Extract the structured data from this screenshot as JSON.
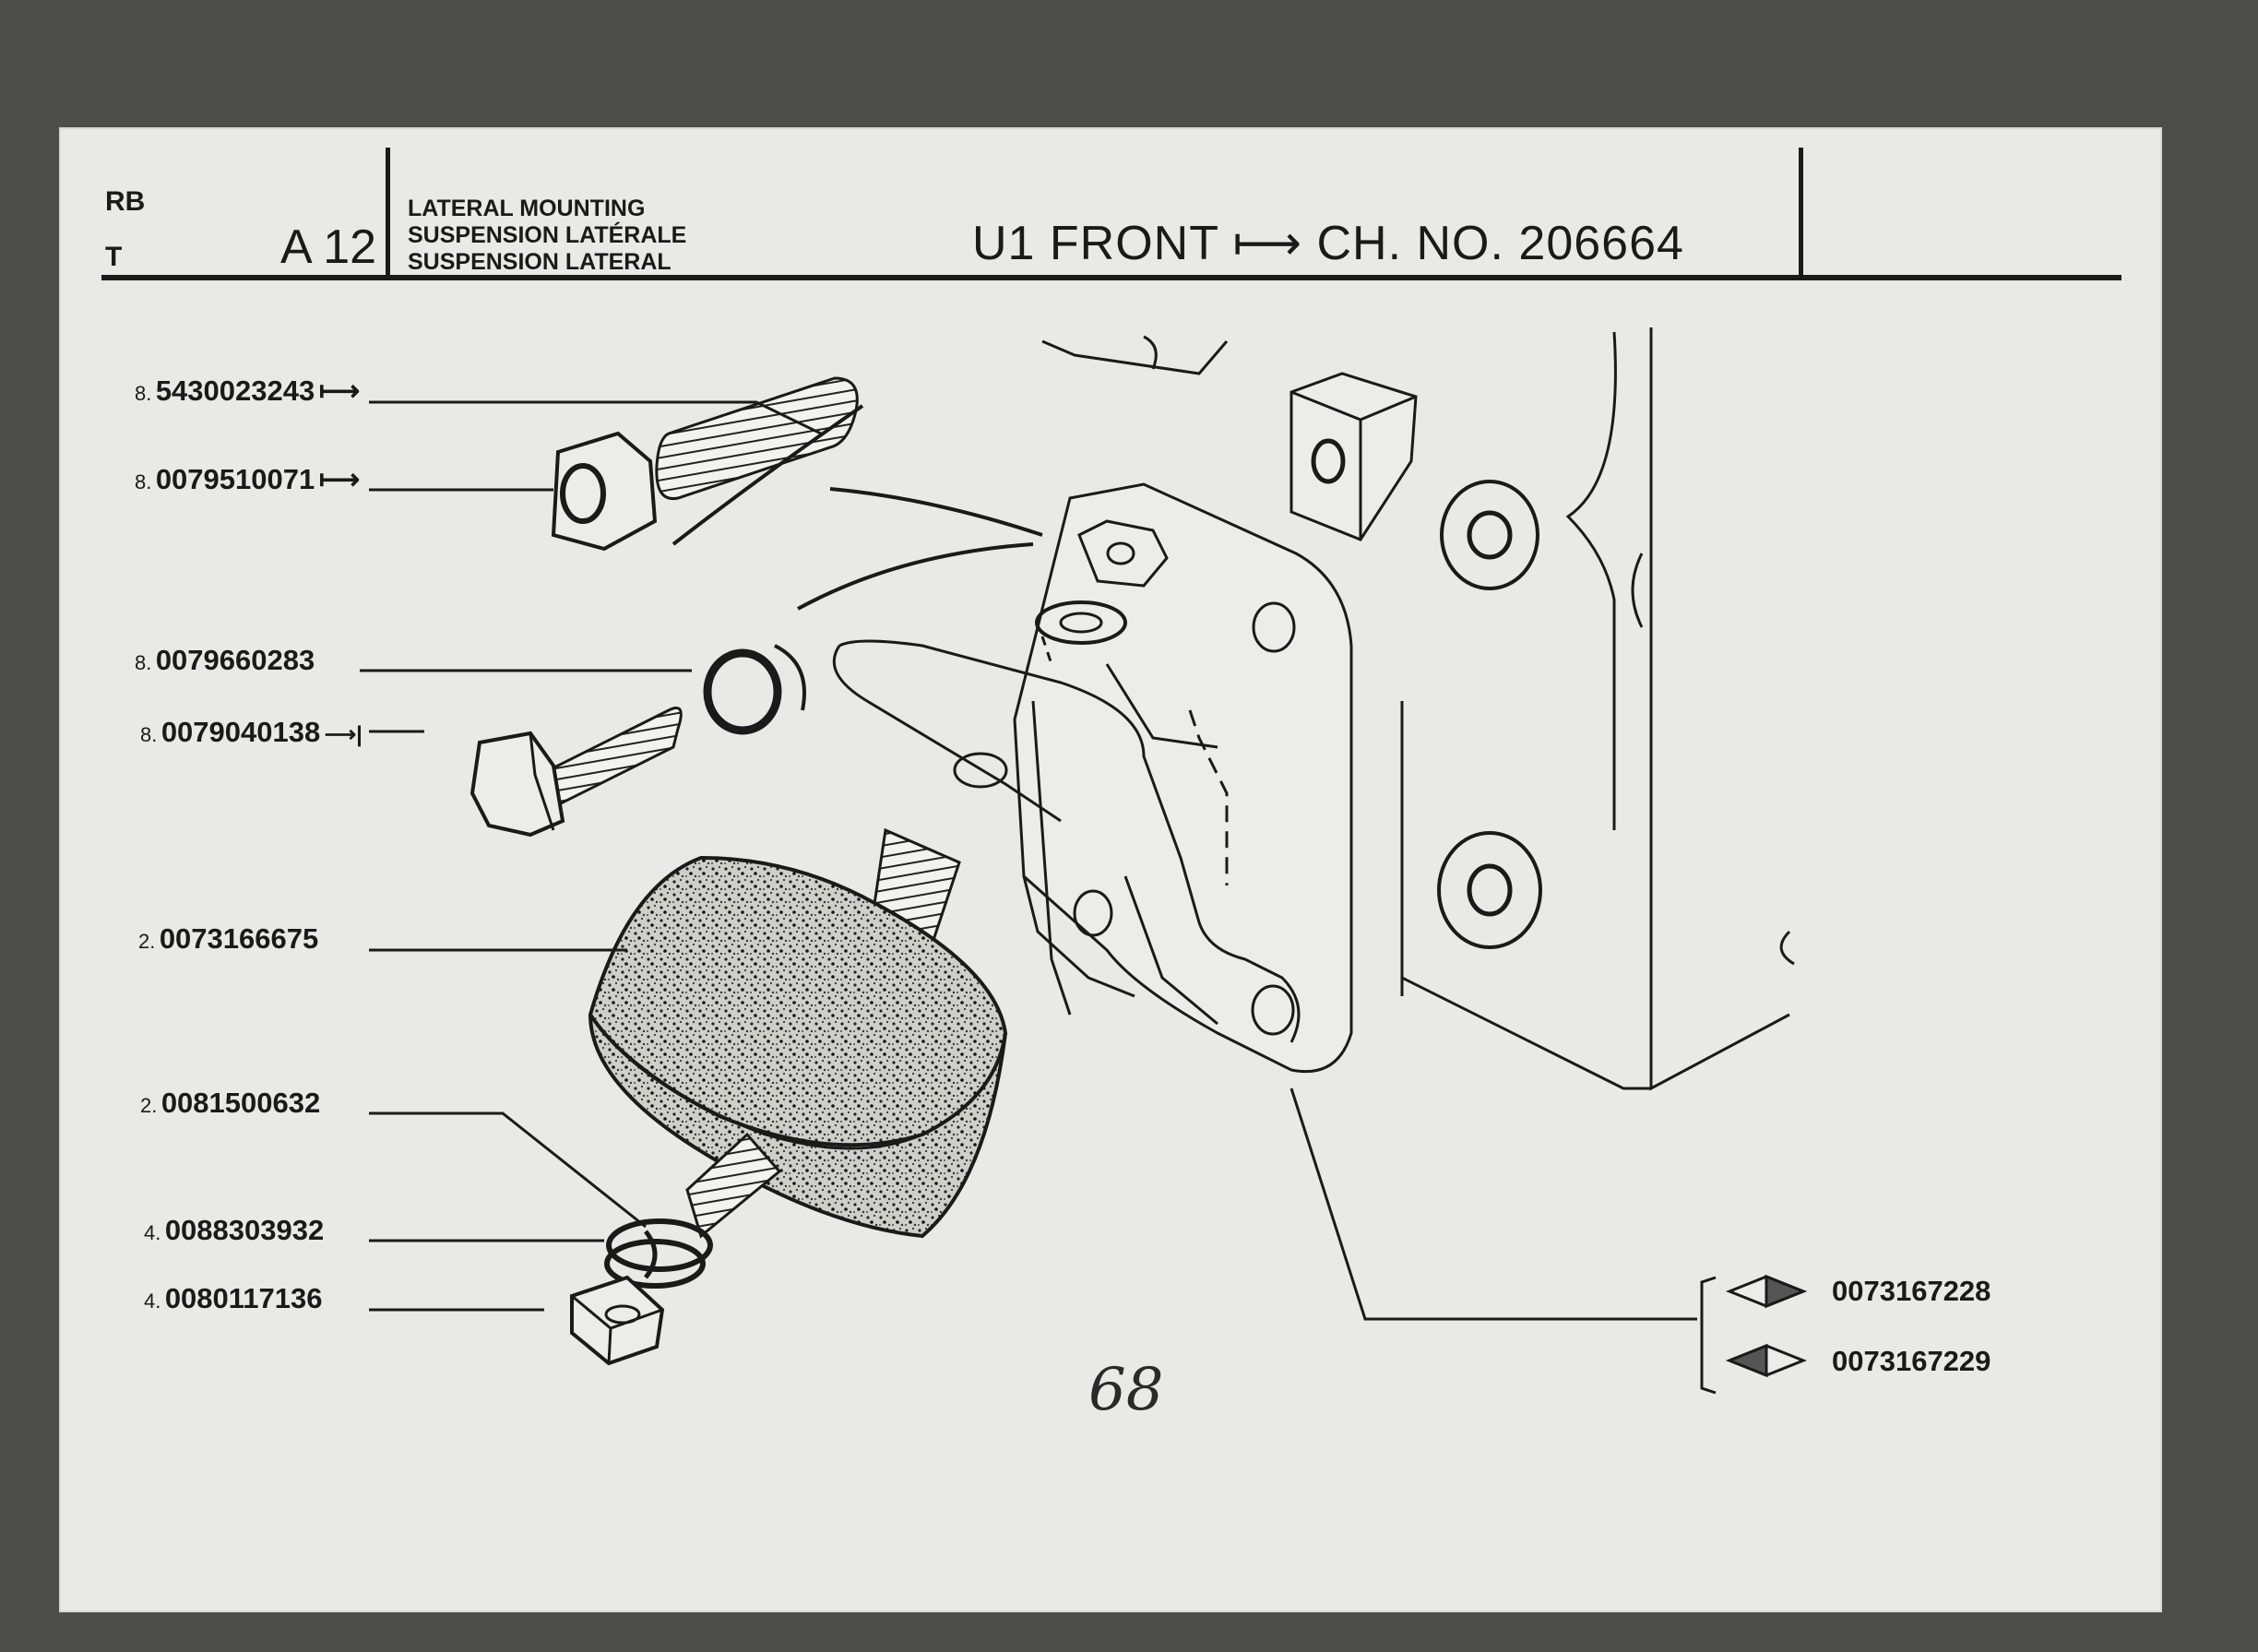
{
  "header": {
    "left_top": "RB",
    "left_bottom": "T",
    "group_code": "A 12",
    "titles": [
      "LATERAL MOUNTING",
      "SUSPENSION LATÉRALE",
      "SUSPENSION LATERAL"
    ],
    "banner": "U1 FRONT ⟼ CH. NO. 206664"
  },
  "parts": [
    {
      "qty": "8.",
      "number": "5430023243",
      "symbol": "⟼"
    },
    {
      "qty": "8.",
      "number": "0079510071",
      "symbol": "⟼"
    },
    {
      "qty": "8.",
      "number": "0079660283",
      "symbol": ""
    },
    {
      "qty": "8.",
      "number": "0079040138",
      "symbol": "⟶|"
    },
    {
      "qty": "2.",
      "number": "0073166675",
      "symbol": ""
    },
    {
      "qty": "2.",
      "number": "0081500632",
      "symbol": ""
    },
    {
      "qty": "4.",
      "number": "0088303932",
      "symbol": ""
    },
    {
      "qty": "4.",
      "number": "0080117136",
      "symbol": ""
    }
  ],
  "bracket_variants": [
    {
      "number": "0073167228",
      "icon": "diamond-right-filled-icon"
    },
    {
      "number": "0073167229",
      "icon": "diamond-left-filled-icon"
    }
  ],
  "page_number": "68"
}
